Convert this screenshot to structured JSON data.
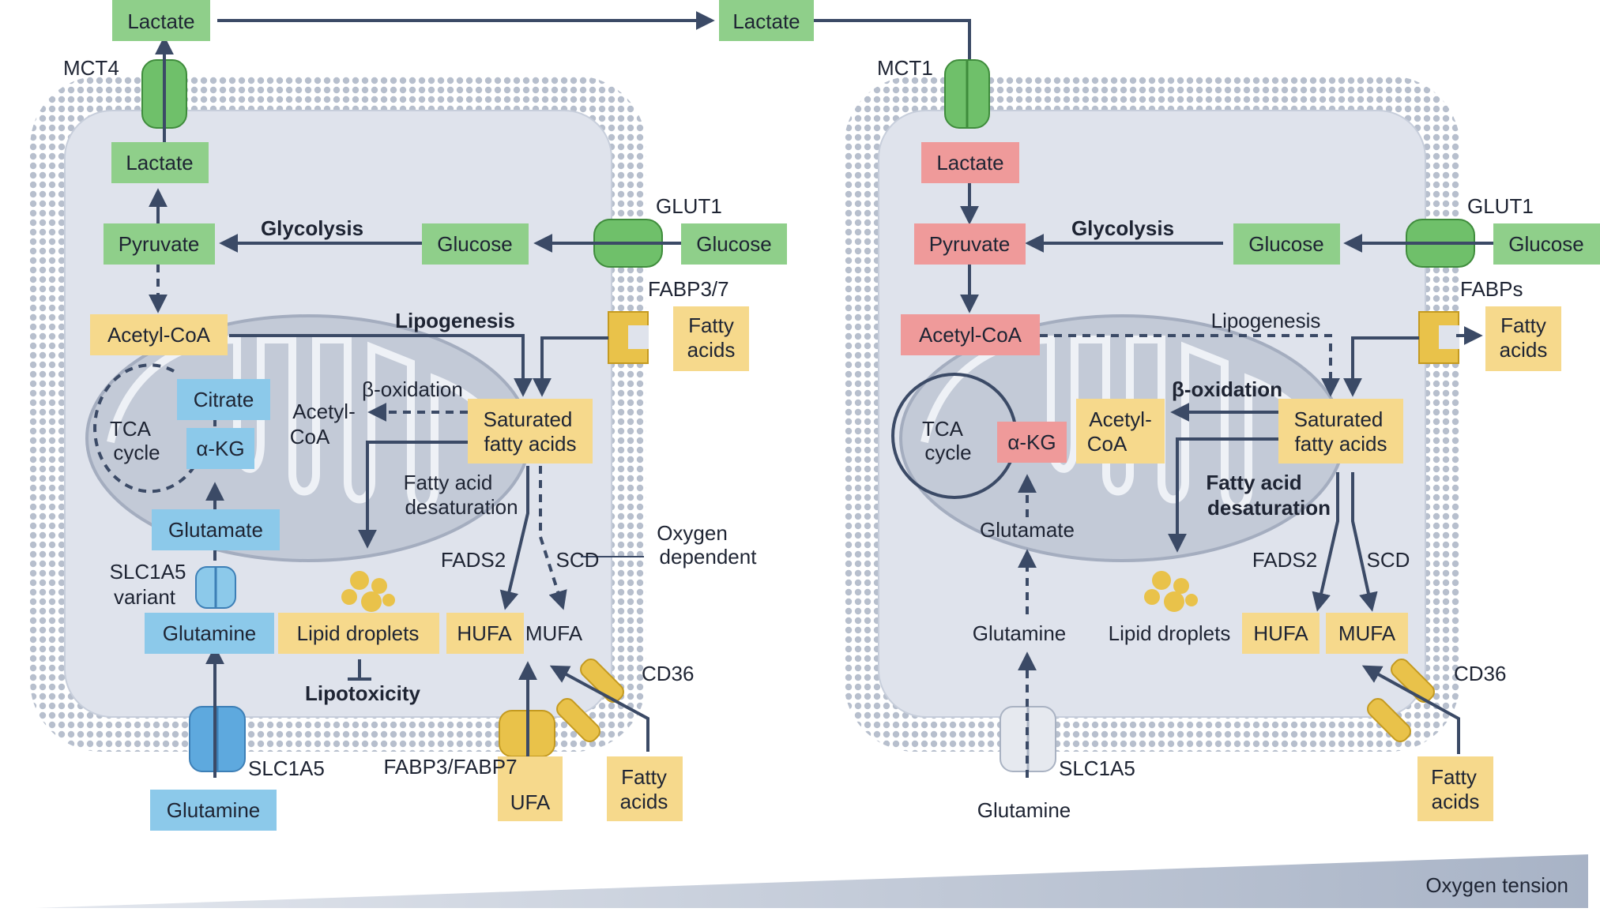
{
  "colors": {
    "green_box": "#8fcf8a",
    "blue_box": "#8cc9ea",
    "yellow_box": "#f6d98c",
    "red_box": "#ef9a9a",
    "cell_fill": "#dfe3ec",
    "membrane": "#b7bfcd",
    "arrow": "#3b4a66",
    "mito_fill": "#bfc6d3",
    "lipid": "#e9c24a",
    "transporter_green": "#6fc06a",
    "transporter_blue": "#5ea9de",
    "gradient": "#b8c1d1"
  },
  "left": {
    "lactate_out": "Lactate",
    "mct": "MCT4",
    "lactate_in": "Lactate",
    "pyruvate": "Pyruvate",
    "glycolysis": "Glycolysis",
    "glucose_in": "Glucose",
    "glucose_out": "Glucose",
    "glut": "GLUT1",
    "fabp_top": "FABP3/7",
    "fatty_acids_top": [
      "Fatty",
      "acids"
    ],
    "acetyl_coa": "Acetyl-CoA",
    "lipogenesis": "Lipogenesis",
    "citrate": "Citrate",
    "akg": "α-KG",
    "tca": [
      "TCA",
      "cycle"
    ],
    "beta_ox": "β-oxidation",
    "acetyl_coa_mito": [
      "Acetyl-",
      "CoA"
    ],
    "sfa": [
      "Saturated",
      "fatty acids"
    ],
    "desaturation": [
      "Fatty acid",
      "desaturation"
    ],
    "oxygen_dep": [
      "Oxygen",
      "dependent"
    ],
    "fads2": "FADS2",
    "scd": "SCD",
    "glutamate": "Glutamate",
    "slc_variant": [
      "SLC1A5",
      "variant"
    ],
    "glutamine_in": "Glutamine",
    "lipid_droplets": "Lipid droplets",
    "lipotoxicity": "Lipotoxicity",
    "hufa": "HUFA",
    "mufa": "MUFA",
    "cd36": "CD36",
    "fabp_bottom": "FABP3/FABP7",
    "ufa": "UFA",
    "fatty_acids_bottom": [
      "Fatty",
      "acids"
    ],
    "slc1a5": "SLC1A5",
    "glutamine_out": "Glutamine"
  },
  "right": {
    "lactate_out": "Lactate",
    "mct": "MCT1",
    "lactate_in": "Lactate",
    "pyruvate": "Pyruvate",
    "glycolysis": "Glycolysis",
    "glucose_in": "Glucose",
    "glucose_out": "Glucose",
    "glut": "GLUT1",
    "fabps": "FABPs",
    "fatty_acids_top": [
      "Fatty",
      "acids"
    ],
    "acetyl_coa": "Acetyl-CoA",
    "lipogenesis": "Lipogenesis",
    "tca": [
      "TCA",
      "cycle"
    ],
    "akg": "α-KG",
    "acetyl_coa_mito": [
      "Acetyl-",
      "CoA"
    ],
    "beta_ox": "β-oxidation",
    "sfa": [
      "Saturated",
      "fatty acids"
    ],
    "desaturation": [
      "Fatty acid",
      "desaturation"
    ],
    "glutamate": "Glutamate",
    "fads2": "FADS2",
    "scd": "SCD",
    "glutamine_in": "Glutamine",
    "lipid_droplets": "Lipid droplets",
    "hufa": "HUFA",
    "mufa": "MUFA",
    "cd36": "CD36",
    "slc1a5": "SLC1A5",
    "glutamine_out": "Glutamine",
    "fatty_acids_bottom": [
      "Fatty",
      "acids"
    ]
  },
  "oxygen_tension": "Oxygen tension"
}
